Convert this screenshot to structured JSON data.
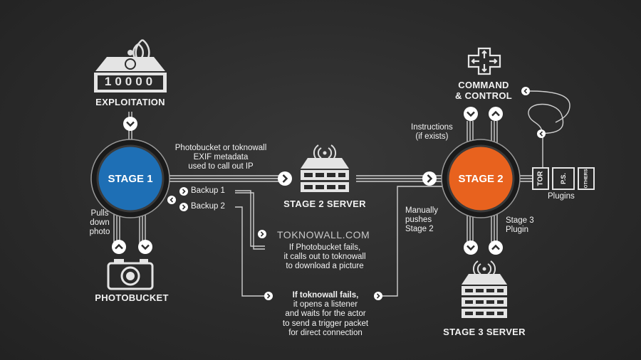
{
  "nodes": {
    "exploitation": {
      "label": "EXPLOITATION",
      "display": "10000"
    },
    "stage1": {
      "label": "STAGE 1"
    },
    "stage2": {
      "label": "STAGE 2"
    },
    "stage2_server": {
      "label": "STAGE 2 SERVER"
    },
    "stage3_server": {
      "label": "STAGE 3 SERVER"
    },
    "photobucket": {
      "label": "PHOTOBUCKET"
    },
    "command_control": {
      "line1": "COMMAND",
      "line2": "& CONTROL"
    },
    "toknowall": {
      "label": "TOKNOWALL.COM"
    }
  },
  "notes": {
    "exif": [
      "Photobucket or toknowall",
      "EXIF metadata",
      "used to call out IP"
    ],
    "backup1": "Backup 1",
    "backup2": "Backup 2",
    "pulls": [
      "Pulls",
      "down",
      "photo"
    ],
    "photobucket_fails": [
      "If Photobucket fails,",
      "it calls out to toknowall",
      "to download a picture"
    ],
    "toknowall_fails": [
      "If toknowall fails,",
      "it opens a listener",
      "and waits for the actor",
      "to send a trigger packet",
      "for direct connection"
    ],
    "manually": [
      "Manually",
      "pushes",
      "Stage 2"
    ],
    "instructions": [
      "Instructions",
      "(if exists)"
    ],
    "stage3_plugin": [
      "Stage 3",
      "Plugin"
    ]
  },
  "plugins": {
    "label": "Plugins",
    "items": [
      "TOR",
      "P.S.",
      "OTHERS"
    ]
  },
  "colors": {
    "stage1": "#1e6fb5",
    "stage2": "#e8621e",
    "line": "#cfcfcf",
    "background": "#2a2a2a"
  }
}
